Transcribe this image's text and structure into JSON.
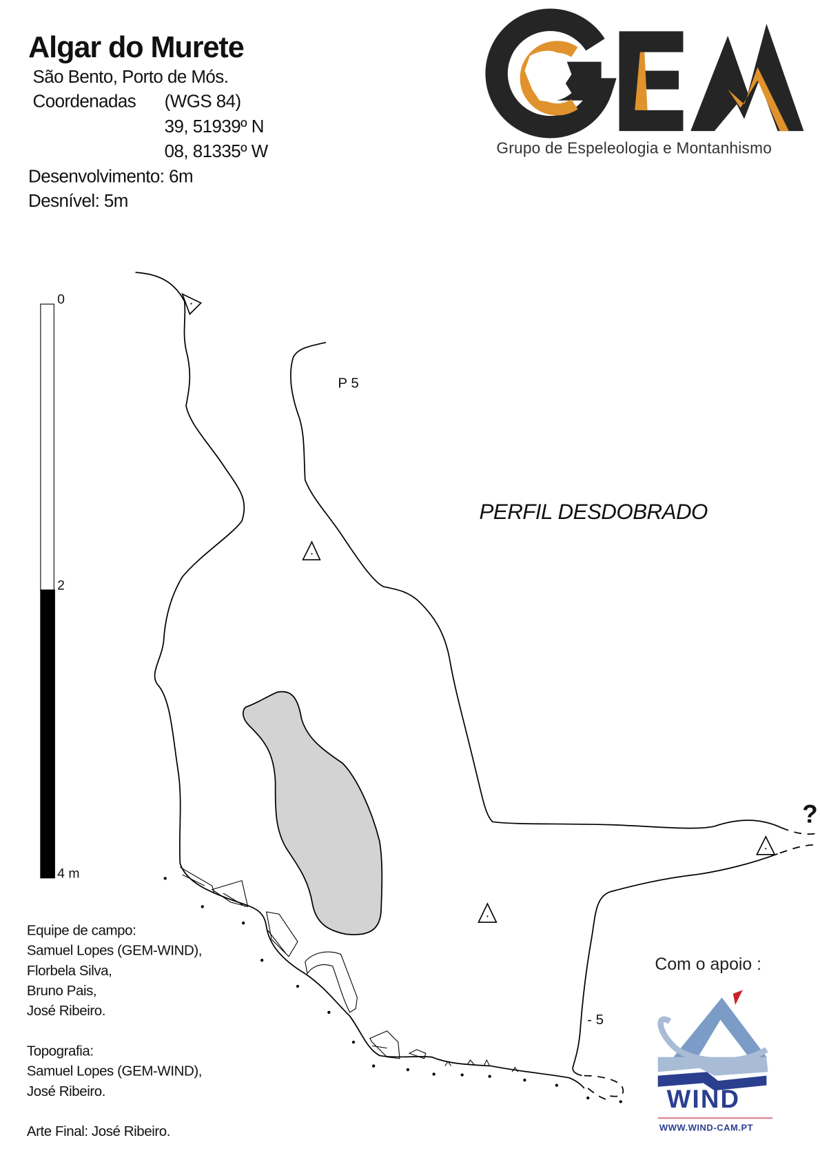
{
  "header": {
    "title": "Algar do Murete",
    "location": "São Bento, Porto de Mós.",
    "coords_label": "Coordenadas",
    "datum": "(WGS 84)",
    "lat": "39, 51939º N",
    "lon": "08, 81335º W",
    "development": "Desenvolvimento: 6m",
    "depth": "Desnível:  5m"
  },
  "logo_gem": {
    "letters": "GEM",
    "subtitle": "Grupo de Espeleologia e Montanhismo",
    "colors": {
      "dark": "#252525",
      "orange": "#E0922C"
    }
  },
  "scale_bar": {
    "labels": [
      "0",
      "2",
      "4 m"
    ],
    "unit": "m",
    "max": 4
  },
  "survey": {
    "view_label": "PERFIL DESDOBRADO",
    "pitch_label": "P 5",
    "depth_mark": "- 5",
    "unknown_mark": "?",
    "fill_color": "#D3D3D3"
  },
  "credits": {
    "field_team_title": "Equipe de campo:",
    "field_team": [
      "Samuel Lopes (GEM-WIND),",
      "Florbela Silva,",
      "Bruno Pais,",
      "José Ribeiro."
    ],
    "topography_title": "Topografia:",
    "topography": [
      "Samuel Lopes (GEM-WIND),",
      "José Ribeiro."
    ],
    "final_art": "Arte Final: José Ribeiro."
  },
  "sponsor": {
    "label": "Com o apoio :",
    "name": "WIND",
    "url": "WWW.WIND-CAM.PT",
    "colors": {
      "blue": "#2B3F8F",
      "light_blue": "#7A9CC6",
      "red": "#C8232C"
    }
  }
}
